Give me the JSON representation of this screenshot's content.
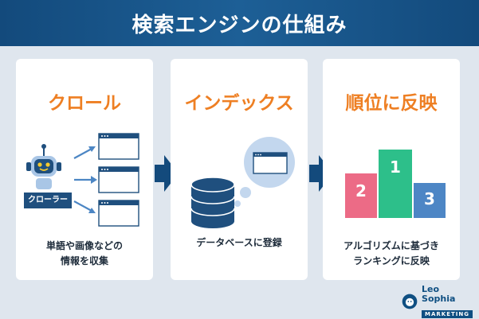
{
  "title": "検索エンジンの仕組み",
  "steps": [
    {
      "title": "クロール",
      "caption_lines": [
        "単語や画像などの",
        "情報を収集"
      ],
      "robot_label": "クローラー"
    },
    {
      "title": "インデックス",
      "caption_lines": [
        "データベースに登録"
      ]
    },
    {
      "title": "順位に反映",
      "caption_lines": [
        "アルゴリズムに基づき",
        "ランキングに反映"
      ],
      "podium": [
        "2",
        "1",
        "3"
      ]
    }
  ],
  "logo": {
    "name": "Leo Sophia",
    "tag": "MARKETING"
  },
  "colors": {
    "title_bar": "#134a7c",
    "accent_orange": "#ee7f23",
    "navy": "#1f4f7e",
    "podium_first": "#2dbf8a",
    "podium_second": "#ec6b86",
    "podium_third": "#4d86c5",
    "background": "#dfe6ee"
  }
}
